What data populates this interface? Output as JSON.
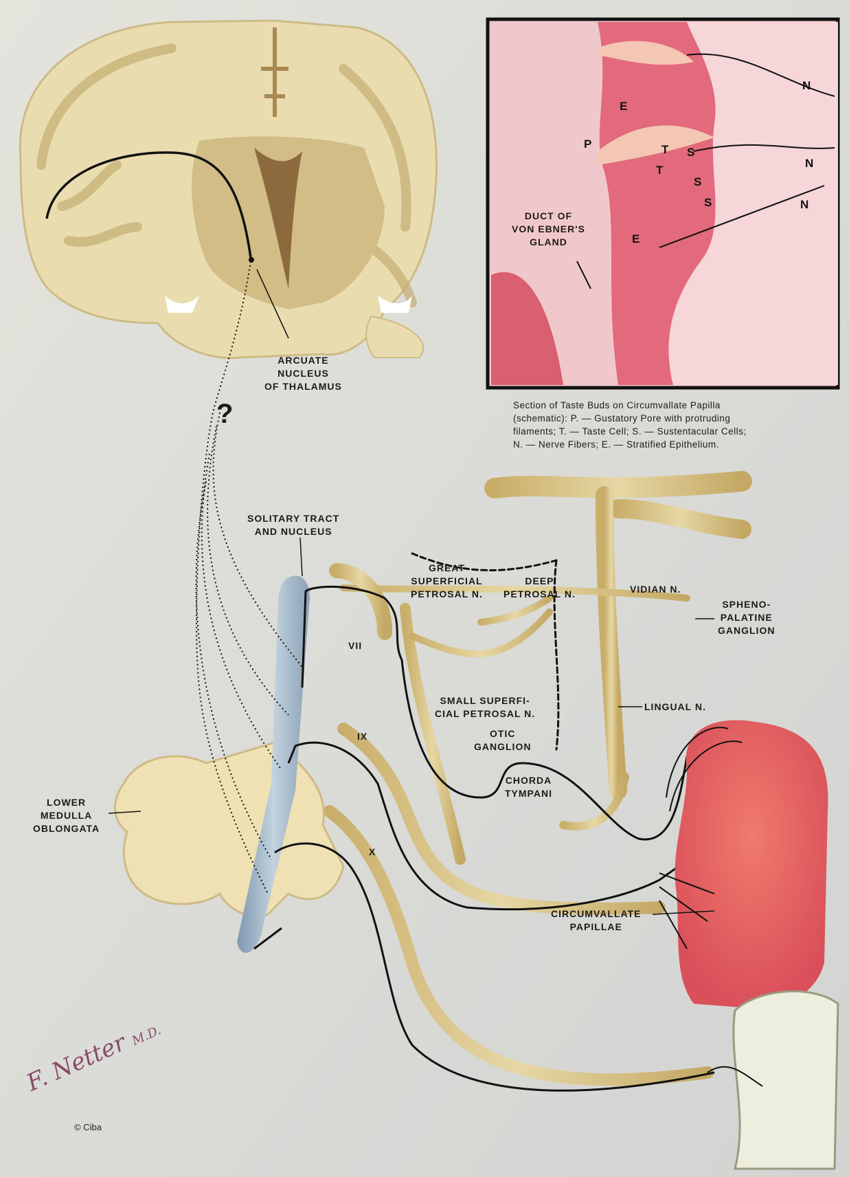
{
  "labels": {
    "arcuate": [
      "ARCUATE",
      "NUCLEUS",
      "OF THALAMUS"
    ],
    "question_mark": "?",
    "solitary": [
      "SOLITARY TRACT",
      "AND NUCLEUS"
    ],
    "great_sup_petrosal": [
      "GREAT",
      "SUPERFICIAL",
      "PETROSAL N."
    ],
    "deep_petrosal": [
      "DEEP",
      "PETROSAL N."
    ],
    "vidian": "VIDIAN N.",
    "sphenopalatine": [
      "SPHENO-",
      "PALATINE",
      "GANGLION"
    ],
    "vii": "VII",
    "small_sup_petrosal": [
      "SMALL SUPERFI-",
      "CIAL PETROSAL N."
    ],
    "lingual": "LINGUAL N.",
    "otic": [
      "OTIC",
      "GANGLION"
    ],
    "ix": "IX",
    "chorda": [
      "CHORDA",
      "TYMPANI"
    ],
    "medulla": [
      "LOWER",
      "MEDULLA",
      "OBLONGATA"
    ],
    "x": "X",
    "circumvallate": [
      "CIRCUMVALLATE",
      "PAPILLAE"
    ]
  },
  "inset": {
    "letters": {
      "p": "P",
      "e1": "E",
      "e2": "E",
      "t1": "T",
      "t2": "T",
      "s1": "S",
      "s2": "S",
      "s3": "S",
      "n1": "N",
      "n2": "N",
      "n3": "N"
    },
    "duct": [
      "DUCT OF",
      "VON EBNER'S",
      "GLAND"
    ]
  },
  "caption": [
    "Section of Taste Buds on Circumvallate Papilla",
    "(schematic): P. — Gustatory Pore with protruding",
    "filaments; T. — Taste Cell; S. — Sustentacular Cells;",
    "N. — Nerve Fibers; E. — Stratified Epithelium."
  ],
  "signature": "F. Netter M.D.",
  "copyright": "© Ciba",
  "colors": {
    "background": "#dcdcd6",
    "nerve": "#d8c48c",
    "brain": "#e8dcae",
    "tongue": "#e8665e",
    "solitary": "#9fb4c8",
    "histology": "#e6a0a8"
  }
}
